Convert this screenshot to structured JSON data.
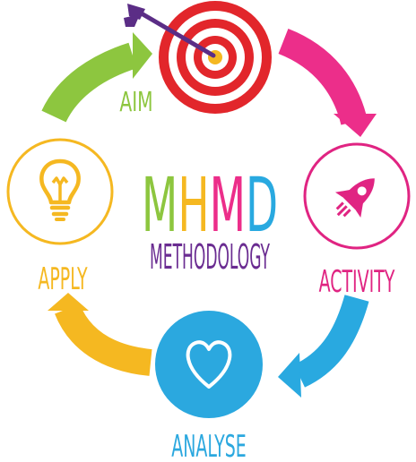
{
  "center": {
    "letters": [
      {
        "char": "M",
        "color": "#8dc63f"
      },
      {
        "char": "H",
        "color": "#f5b821"
      },
      {
        "char": "M",
        "color": "#ec2e8a"
      },
      {
        "char": "D",
        "color": "#29a9e0"
      }
    ],
    "subtitle": "METHODOLOGY",
    "subtitle_color": "#6a2c91"
  },
  "stages": {
    "aim": {
      "label": "AIM",
      "color": "#8dc63f",
      "icon": "target-icon",
      "icon_color": "#e2262b"
    },
    "activity": {
      "label": "ACTIVITY",
      "color": "#e02482",
      "icon": "rocket-icon"
    },
    "analyse": {
      "label": "ANALYSE",
      "color": "#2ba8df",
      "icon": "heart-icon"
    },
    "apply": {
      "label": "APPLY",
      "color": "#f5b821",
      "icon": "lightbulb-icon"
    }
  },
  "arrows": {
    "aim_to_activity": {
      "color": "#ec2e8a"
    },
    "activity_to_analyse": {
      "color": "#29a9e0"
    },
    "analyse_to_apply": {
      "color": "#f5b821"
    },
    "apply_to_aim": {
      "color": "#8dc63f"
    }
  },
  "dart": {
    "color": "#5b2d86"
  }
}
